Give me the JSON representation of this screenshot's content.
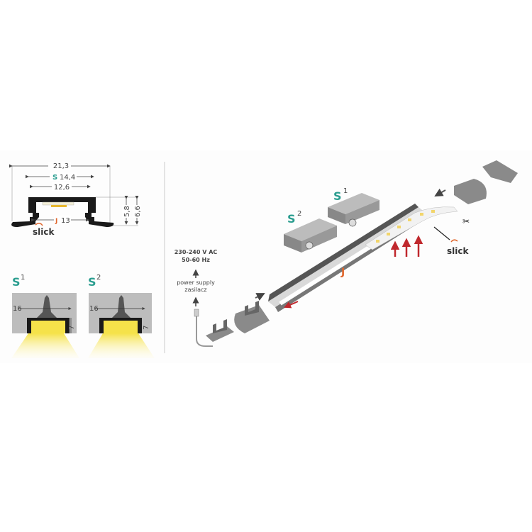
{
  "cross_section": {
    "width_total": "21,3",
    "s_label": "S",
    "width_s": "14,4",
    "width_inner": "12,6",
    "j_label": "J",
    "width_j": "13",
    "height_inner": "5,8",
    "height_total": "6,6",
    "slick": "slick"
  },
  "mount_s1": {
    "label": "S",
    "sup": "1",
    "width": "16",
    "depth": "7"
  },
  "mount_s2": {
    "label": "S",
    "sup": "2",
    "width": "16",
    "depth": "7"
  },
  "assembly": {
    "voltage": "230-240 V AC",
    "frequency": "50-60 Hz",
    "power_supply": "power supply",
    "power_supply_pl": "zasilacz",
    "s1_label": "S",
    "s1_sup": "1",
    "s2_label": "S",
    "s2_sup": "2",
    "j_label": "J",
    "slick": "slick"
  },
  "colors": {
    "teal": "#2a9d8f",
    "orange": "#e0662c",
    "red_arrow": "#c0282d",
    "profile": "#1a1a1a",
    "led": "#f2d56b"
  }
}
